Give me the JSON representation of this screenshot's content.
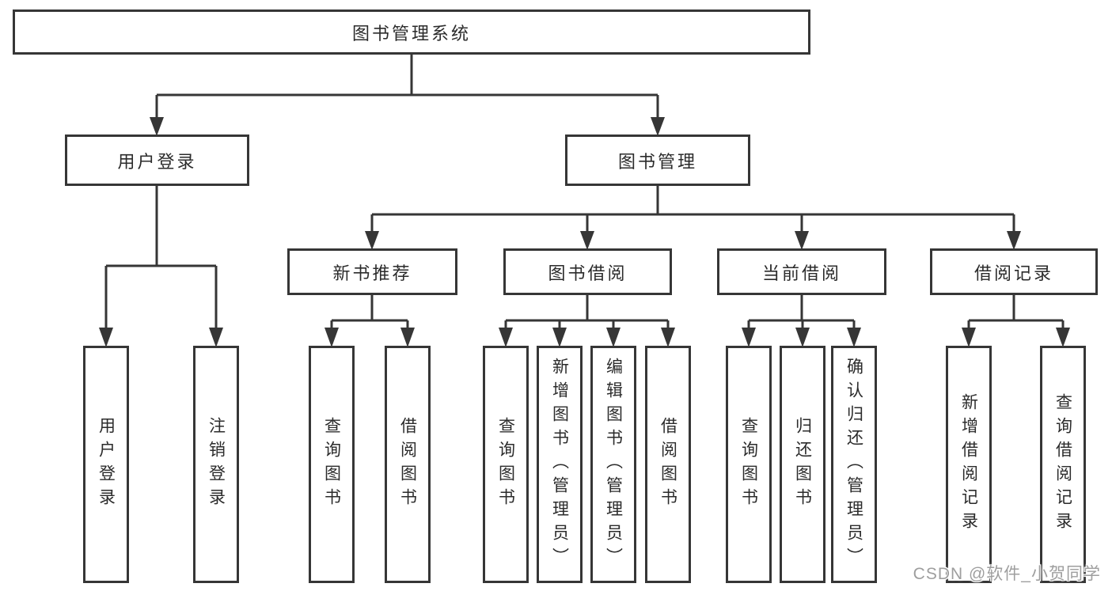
{
  "colors": {
    "background": "#ffffff",
    "line": "#363636",
    "box_border": "#363636",
    "text": "#2b2b2b",
    "watermark": "#9e9e9e"
  },
  "tree": {
    "root": {
      "label": "图书管理系统"
    },
    "branches": [
      {
        "label": "用户登录",
        "leaves": [
          "用户登录",
          "注销登录"
        ]
      },
      {
        "label": "图书管理",
        "sections": [
          {
            "label": "新书推荐",
            "leaves": [
              "查询图书",
              "借阅图书"
            ]
          },
          {
            "label": "图书借阅",
            "leaves": [
              "查询图书",
              "新增图书（管理员）",
              "编辑图书（管理员）",
              "借阅图书"
            ]
          },
          {
            "label": "当前借阅",
            "leaves": [
              "查询图书",
              "归还图书",
              "确认归还（管理员）"
            ]
          },
          {
            "label": "借阅记录",
            "leaves": [
              "新增借阅记录",
              "查询借阅记录"
            ]
          }
        ]
      }
    ]
  },
  "watermark": {
    "text": "CSDN @软件_小贺同学"
  }
}
